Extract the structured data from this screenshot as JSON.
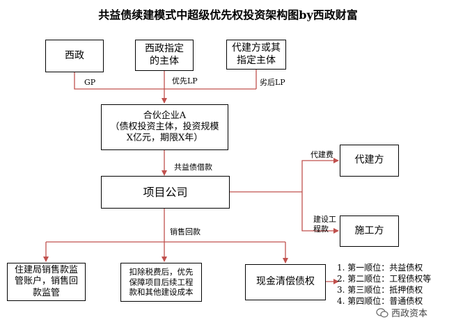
{
  "title": "共益债续建模式中超级优先权投资架构图by西政财富",
  "nodes": {
    "xizheng": "西政",
    "designated": [
      "西政指定",
      "的主体"
    ],
    "agent": [
      "代建方或其",
      "指定主体"
    ],
    "partnership": [
      "合伙企业A",
      "（债权投资主体，投资规模",
      "X亿元，期限X年）"
    ],
    "project": "项目公司",
    "daijianfang": "代建方",
    "shigongfang": "施工方",
    "account": [
      "住建局销售款监",
      "管账户，销售回",
      "款监管"
    ],
    "tax": [
      "扣除税费后，优先",
      "保障项目后续工程",
      "款和其他建设成本"
    ],
    "cash": "现金清偿债权"
  },
  "labels": {
    "gp": "GP",
    "priority_lp": "优先LP",
    "sub_lp": "劣后LP",
    "loan": "共益债借款",
    "agent_fee": "代建费",
    "construction_fee": [
      "建设工",
      "程款"
    ],
    "sales_return": "销售回款"
  },
  "priority_list": [
    "1. 第一顺位：共益债权",
    "2. 第二顺位：工程债权等",
    "3. 第三顺位：抵押债权",
    "4. 第四顺位：普通债权"
  ],
  "watermark": "西政资本"
}
